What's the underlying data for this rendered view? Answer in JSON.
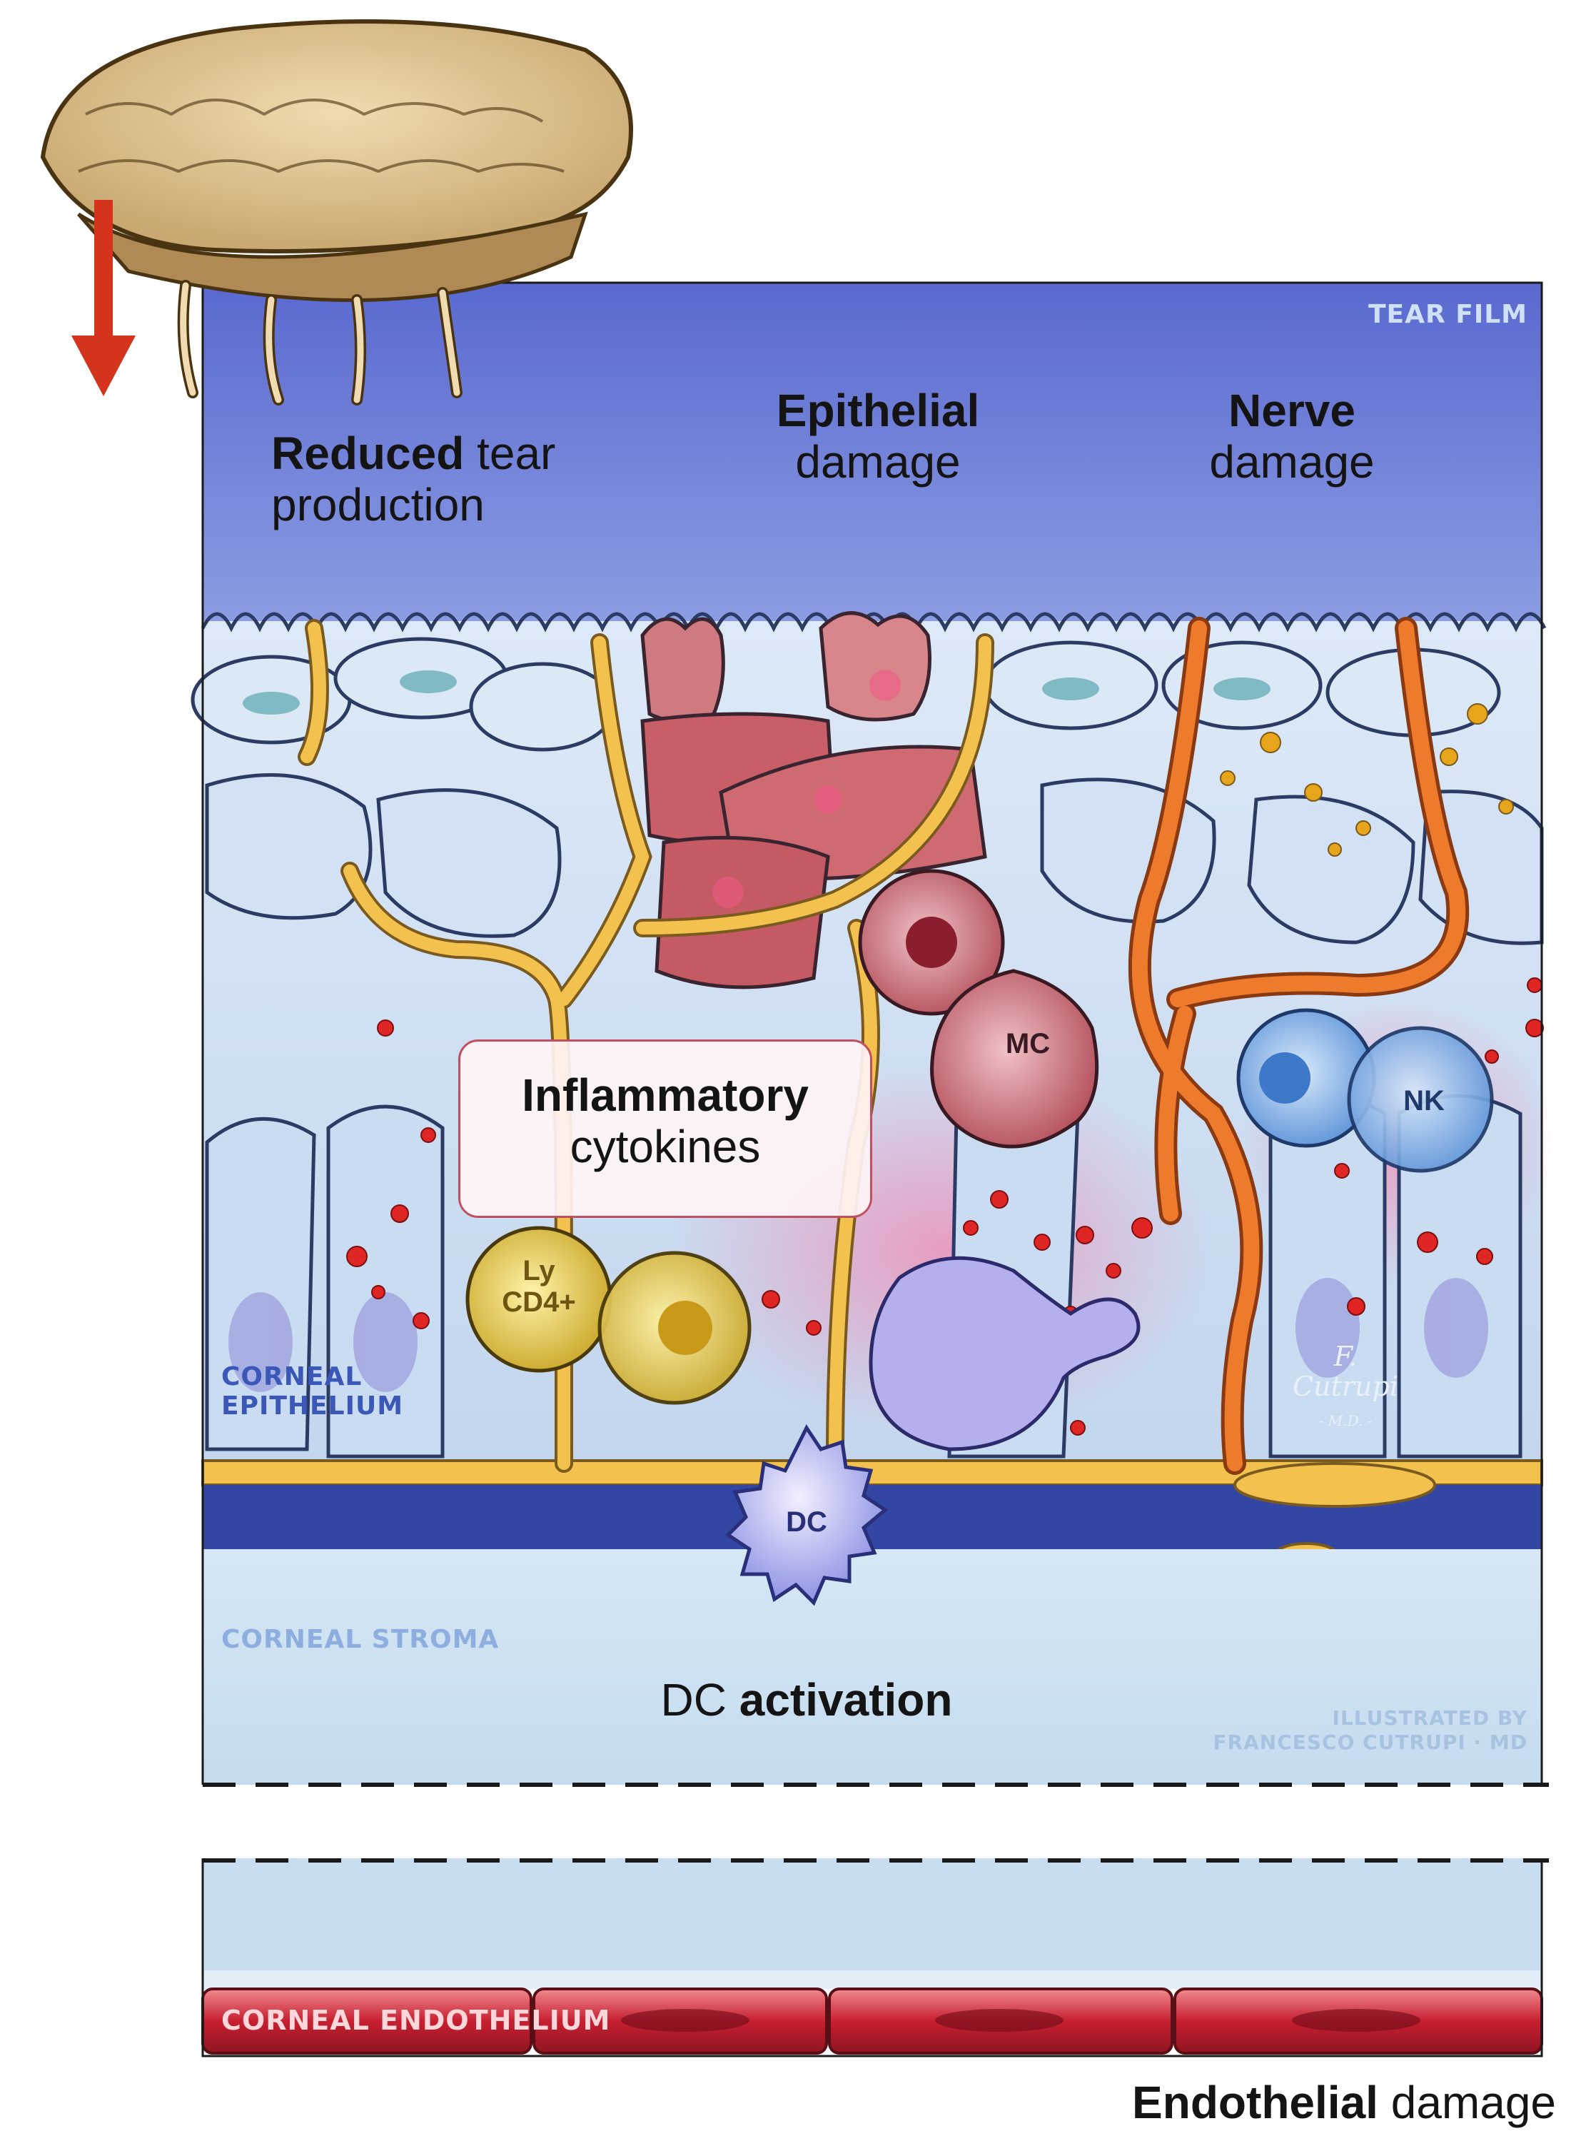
{
  "labels": {
    "reduced_bold": "Reduced",
    "reduced_rest_1": "tear",
    "reduced_rest_2": "production",
    "epithelial_bold": "Epithelial",
    "epithelial_rest": "damage",
    "nerve_bold": "Nerve",
    "nerve_rest": "damage",
    "inflammatory_bold": "Inflammatory",
    "inflammatory_rest": "cytokines",
    "dc_plain": "DC",
    "dc_bold": "activation",
    "endothelial_bold": "Endothelial",
    "endothelial_rest": "damage"
  },
  "layers": {
    "tear_film": "TEAR FILM",
    "corneal_epithelium_1": "CORNEAL",
    "corneal_epithelium_2": "EPITHELIUM",
    "corneal_stroma": "CORNEAL STROMA",
    "corneal_endothelium": "CORNEAL ENDOTHELIUM"
  },
  "cells": {
    "mc": "MC",
    "nk": "NK",
    "ly_1": "Ly",
    "ly_2": "CD4+",
    "dc": "DC"
  },
  "credits": {
    "line1": "ILLUSTRATED BY",
    "line2": "FRANCESCO CUTRUPI · MD",
    "signature": "F. Cutrupi",
    "signature_md": "- M.D. -"
  },
  "colors": {
    "tear_film_top": "#5f6fd0",
    "epithelium": "#cfe0f2",
    "nerve_yellow": "#f2c14e",
    "nerve_orange": "#ee7a2c",
    "damaged_cells": "#d46a72",
    "stroma": "#cfe3f3",
    "endothelium": "#c21f2e",
    "arrow": "#d4331c",
    "cytokine_dots": "#e02525"
  }
}
